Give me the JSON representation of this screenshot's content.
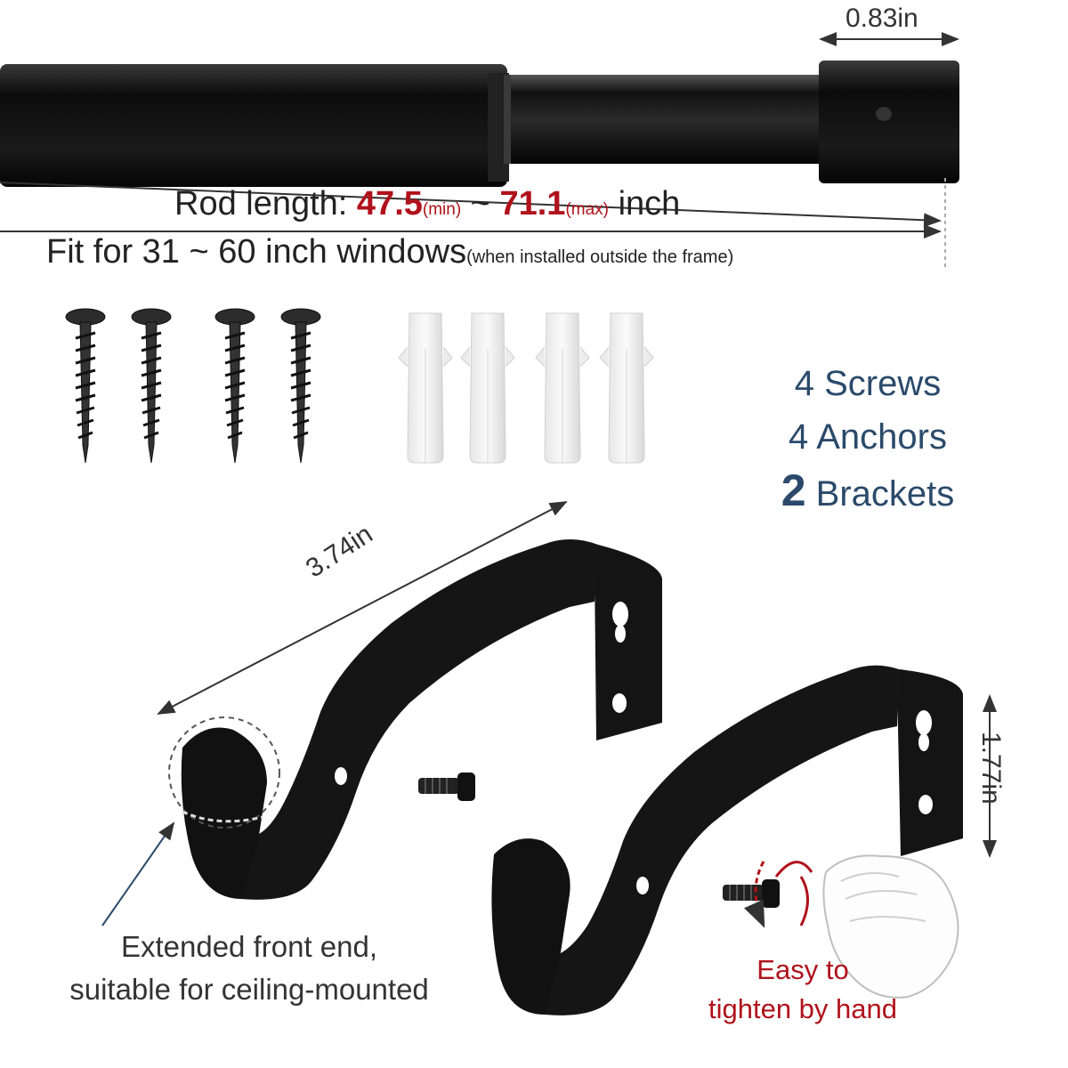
{
  "dimensions": {
    "rod_diameter": "0.83in",
    "bracket_length": "3.74in",
    "bracket_height": "1.77in"
  },
  "rod_length": {
    "label": "Rod length: ",
    "min_value": "47.5",
    "min_tag": "(min)",
    "separator": " ~ ",
    "max_value": "71.1",
    "max_tag": "(max)",
    "unit": " inch"
  },
  "fit": {
    "main": "Fit for 31 ~ 60 inch windows",
    "note": "(when installed outside the frame)"
  },
  "parts": {
    "screws": "4 Screws",
    "anchors_count": "4",
    "anchors_label": " Anchors",
    "brackets_count": "2",
    "brackets_label": " Brackets"
  },
  "notes": {
    "front_end_line1": "Extended front end,",
    "front_end_line2": "suitable for ceiling-mounted",
    "tighten_line1": "Easy to",
    "tighten_line2": "tighten by hand"
  },
  "colors": {
    "accent_red": "#b0121b",
    "parts_blue": "#2b4a6b",
    "metal_black": "#111111"
  }
}
